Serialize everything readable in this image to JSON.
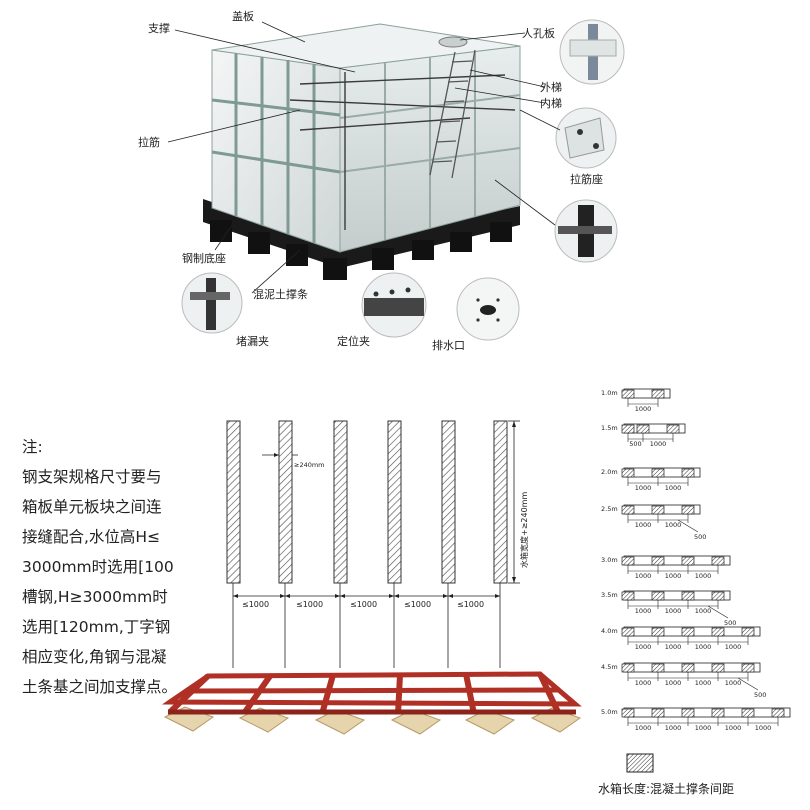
{
  "tank_labels": {
    "cover_plate": "盖板",
    "support": "支撑",
    "manhole_cover": "人孔板",
    "outer_ladder": "外梯",
    "inner_ladder": "内梯",
    "tie_bar": "拉筋",
    "tie_bar_seat": "拉筋座",
    "steel_base": "钢制底座",
    "concrete_strip": "混泥土撑条",
    "leak_clamp": "堵漏夹",
    "positioning_clamp": "定位夹",
    "drain_outlet": "排水口"
  },
  "note": {
    "title": "注:",
    "lines": [
      "钢支架规格尺寸要与",
      "箱板单元板块之间连",
      "接缝配合,水位高H≤",
      "3000mm时选用[100",
      "槽钢,H≥3000mm时",
      "选用[120mm,丁字钢",
      "相应变化,角钢与混凝",
      "土条基之间加支撑点。"
    ]
  },
  "beam_diagram": {
    "width_label": "≥240mm",
    "side_label": "水箱宽度+≥240mm",
    "spacing_label": "≤1000",
    "spacing_count": 5
  },
  "spacing_table": {
    "rows": [
      {
        "length": "1.0m",
        "dims": [
          "1000"
        ],
        "extra": ""
      },
      {
        "length": "1.5m",
        "dims": [
          "500",
          "1000"
        ],
        "extra": ""
      },
      {
        "length": "2.0m",
        "dims": [
          "1000",
          "1000"
        ],
        "extra": ""
      },
      {
        "length": "2.5m",
        "dims": [
          "1000",
          "1000"
        ],
        "extra": "500"
      },
      {
        "length": "3.0m",
        "dims": [
          "1000",
          "1000",
          "1000"
        ],
        "extra": ""
      },
      {
        "length": "3.5m",
        "dims": [
          "1000",
          "1000",
          "1000"
        ],
        "extra": "500"
      },
      {
        "length": "4.0m",
        "dims": [
          "1000",
          "1000",
          "1000",
          "1000"
        ],
        "extra": ""
      },
      {
        "length": "4.5m",
        "dims": [
          "1000",
          "1000",
          "1000",
          "1000"
        ],
        "extra": "500"
      },
      {
        "length": "5.0m",
        "dims": [
          "1000",
          "1000",
          "1000",
          "1000",
          "1000"
        ],
        "extra": ""
      }
    ]
  },
  "legend": {
    "caption": "水箱长度:混凝土撑条间距"
  }
}
